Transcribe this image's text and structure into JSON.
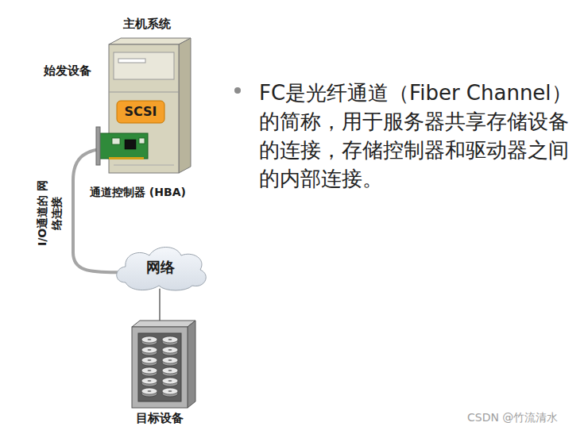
{
  "diagram": {
    "nodes": [
      {
        "text": [
          "主机系统"
        ]
      },
      {
        "text": [
          "SCSI"
        ],
        "in": 0
      },
      {
        "text": [
          "网络"
        ]
      },
      {
        "text": [
          "目标设备"
        ]
      }
    ],
    "edges": [
      {
        "from": 0,
        "to": 2,
        "arrow": "none"
      },
      {
        "from": 2,
        "to": 3,
        "arrow": "none"
      }
    ],
    "labels": [
      "始发设备",
      "通道控制器 (HBA)",
      "I/O通道的 网络连接",
      "FC是光纤通道（Fiber Channel）的简称，用于服务器共享存储设备的连接，存储控制器和驱动器之间的内部连接。",
      "CSDN @竹流清水"
    ]
  }
}
